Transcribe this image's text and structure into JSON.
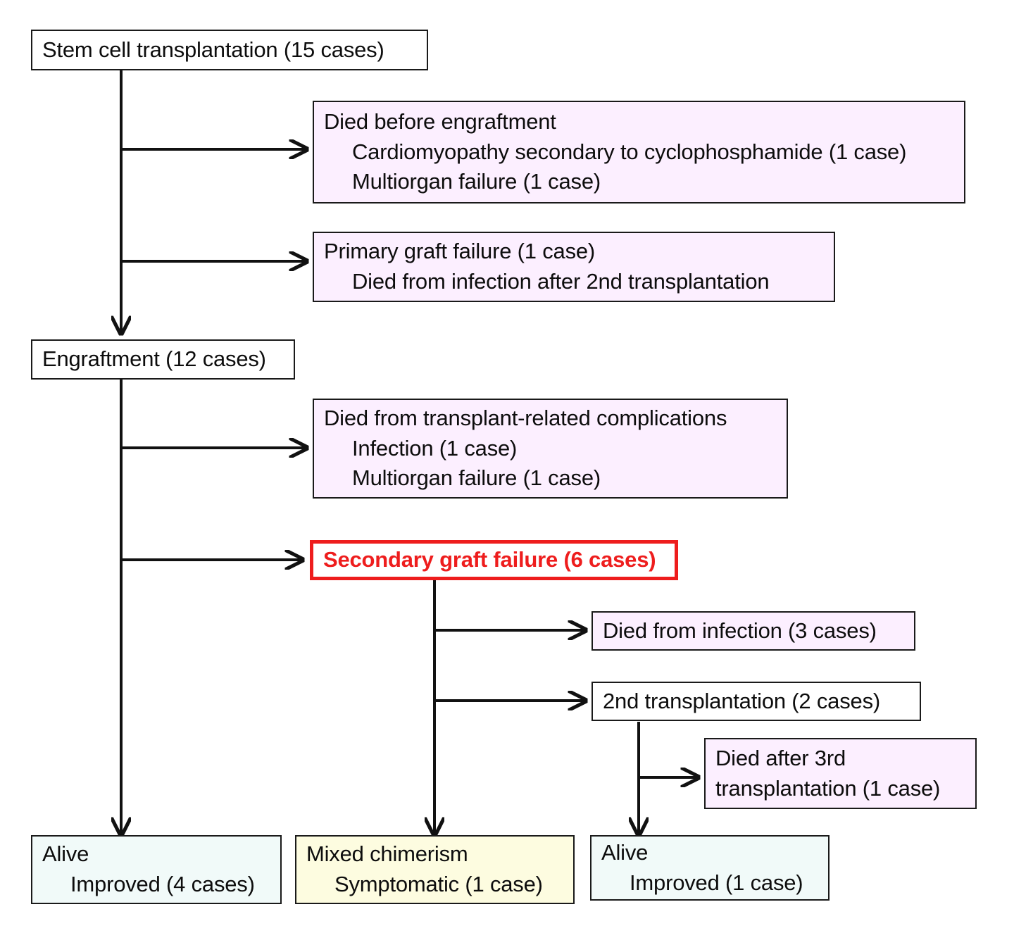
{
  "diagram": {
    "type": "flowchart",
    "title": "Stem cell transplantation outcomes flowchart",
    "colors": {
      "pink_fill": "#fcefff",
      "yellow_fill": "#fdfce0",
      "cyan_fill": "#f1faf9",
      "white_fill": "#ffffff",
      "border": "#1a1a1a",
      "alert": "#ee1d1d"
    },
    "nodes": {
      "stem_cell": {
        "line1": "Stem cell transplantation (15 cases)"
      },
      "died_before_engraftment": {
        "line1": "Died before engraftment",
        "line2": "Cardiomyopathy secondary to cyclophosphamide (1 case)",
        "line3": "Multiorgan failure (1 case)"
      },
      "primary_graft_failure": {
        "line1": "Primary graft failure (1 case)",
        "line2": "Died from infection after 2nd transplantation"
      },
      "engraftment": {
        "line1": "Engraftment (12 cases)"
      },
      "transplant_related_deaths": {
        "line1": "Died from transplant-related complications",
        "line2": "Infection (1 case)",
        "line3": "Multiorgan failure (1 case)"
      },
      "secondary_graft_failure": {
        "line1": "Secondary graft failure (6 cases)"
      },
      "died_from_infection": {
        "line1": "Died from infection (3 cases)"
      },
      "second_transplantation": {
        "line1": "2nd transplantation (2 cases)"
      },
      "died_after_3rd": {
        "line1": "Died after 3rd",
        "line2": "transplantation (1 case)"
      },
      "alive_improved_4": {
        "line1": "Alive",
        "line2": "Improved (4 cases)"
      },
      "mixed_chimerism": {
        "line1": "Mixed chimerism",
        "line2": "Symptomatic (1 case)"
      },
      "alive_improved_1": {
        "line1": "Alive",
        "line2": "Improved (1 case)"
      }
    }
  }
}
